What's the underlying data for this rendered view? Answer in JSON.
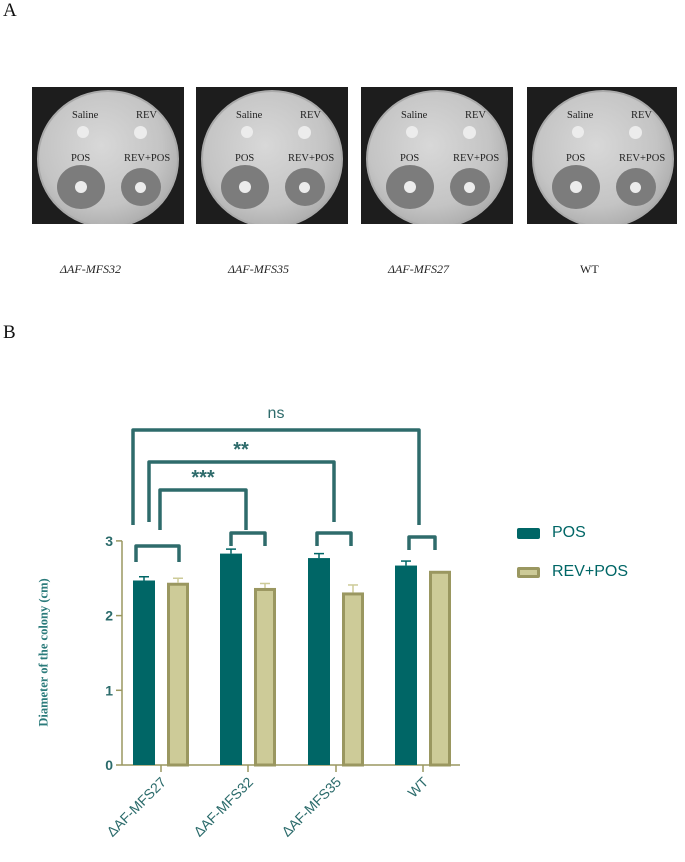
{
  "panel_a": {
    "label": "A",
    "plates": [
      {
        "strain": "ΔAF-MFS32",
        "labels": {
          "saline": "Saline",
          "rev": "REV",
          "pos": "POS",
          "revpos": "REV+POS"
        }
      },
      {
        "strain": "ΔAF-MFS35",
        "labels": {
          "saline": "Saline",
          "rev": "REV",
          "pos": "POS",
          "revpos": "REV+POS"
        }
      },
      {
        "strain": "ΔAF-MFS27",
        "labels": {
          "saline": "Saline",
          "rev": "REV",
          "pos": "POS",
          "revpos": "REV+POS"
        }
      },
      {
        "strain": "WT",
        "labels": {
          "saline": "Saline",
          "rev": "REV",
          "pos": "POS",
          "revpos": "REV+POS"
        }
      }
    ]
  },
  "panel_b": {
    "label": "B"
  },
  "chart_data": {
    "type": "bar",
    "title": "",
    "xlabel": "",
    "ylabel": "Diameter of the colony (cm)",
    "categories": [
      "ΔAF-MFS27",
      "ΔAF-MFS32",
      "ΔAF-MFS35",
      "WT"
    ],
    "series": [
      {
        "name": "POS",
        "color": "#006666",
        "values": [
          2.47,
          2.83,
          2.77,
          2.67
        ],
        "errors": [
          0.05,
          0.06,
          0.06,
          0.06
        ]
      },
      {
        "name": "REV+POS",
        "color": "#CDCB98",
        "edge": "#9A9760",
        "values": [
          2.44,
          2.37,
          2.31,
          2.6
        ],
        "errors": [
          0.06,
          0.06,
          0.1,
          0.0
        ]
      }
    ],
    "ylim": [
      0,
      3
    ],
    "yticks": [
      "0",
      "1",
      "2",
      "3"
    ],
    "grid": false,
    "legend_position": "right",
    "annotations": [
      {
        "text": "ns",
        "from": "ΔAF-MFS27 POS",
        "to": "WT POS"
      },
      {
        "text": "**",
        "from": "ΔAF-MFS27 POS",
        "to": "ΔAF-MFS35 POS"
      },
      {
        "text": "***",
        "from": "ΔAF-MFS27 POS",
        "to": "ΔAF-MFS32 POS"
      }
    ]
  }
}
